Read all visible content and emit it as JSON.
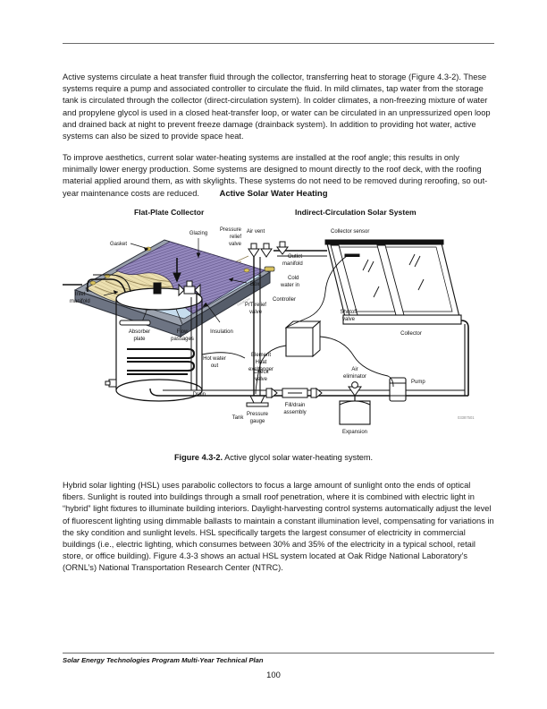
{
  "document": {
    "footer_title": "Solar Energy Technologies Program Multi-Year Technical Plan",
    "page_number": "100"
  },
  "paragraphs": {
    "p1": "Active systems circulate a heat transfer fluid through the collector, transferring heat to storage (Figure 4.3-2). These systems require a pump and associated controller to circulate the fluid. In mild climates, tap water from the storage tank is circulated through the collector (direct-circulation system). In colder climates, a non-freezing mixture of water and propylene glycol is used in a closed heat-transfer loop, or water can be circulated in an unpressurized open loop and drained back at night to prevent freeze damage (drainback system). In addition to providing hot water, active systems can also be sized to provide space heat.",
    "p2": "To improve aesthetics, current solar water-heating systems are installed at the roof angle; this results in only minimally lower energy production. Some systems are designed to mount directly to the roof deck, with the roofing material applied around them, as with skylights. These systems do not need to be removed during reroofing, so out-year maintenance costs are reduced.",
    "p3": "Hybrid solar lighting (HSL) uses parabolic collectors to focus a large amount of sunlight onto the ends of optical fibers. Sunlight is routed into buildings through a small roof penetration, where it is combined with electric light in “hybrid” light fixtures to illuminate building interiors. Daylight-harvesting control systems automatically adjust the level of fluorescent lighting using dimmable ballasts to maintain a constant illumination level, compensating for variations in the sky condition and sunlight levels. HSL specifically targets the largest consumer of electricity in commercial buildings (i.e., electric lighting, which consumes between 30% and 35% of the electricity in a typical school, retail store, or office building). Figure 4.3-3 shows an actual HSL system located at Oak Ridge National Laboratory’s (ORNL’s) National Transportation Research Center (NTRC)."
  },
  "figure": {
    "main_title": "Active Solar Water Heating",
    "sub_title_left": "Flat-Plate Collector",
    "sub_title_right": "Indirect-Circulation Solar System",
    "caption_bold": "Figure 4.3-2.",
    "caption_rest": " Active glycol solar water-heating system.",
    "source_code": "03387501",
    "collector_labels": {
      "glazing": "Glazing",
      "gasket": "Gasket",
      "box": "Box",
      "inlet_manifold_l1": "Inlet",
      "inlet_manifold_l2": "manifold",
      "absorber_plate_l1": "Absorber",
      "absorber_plate_l2": "plate",
      "flow_passages_l1": "Flow",
      "flow_passages_l2": "passages",
      "insulation": "Insulation"
    },
    "system_labels": {
      "pressure_relief_l1": "Pressure",
      "pressure_relief_l2": "relief",
      "pressure_relief_l3": "valve",
      "air_vent": "Air vent",
      "collector_sensor": "Collector sensor",
      "collector": "Collector",
      "outlet_manifold_l1": "Outlet",
      "outlet_manifold_l2": "manifold",
      "cold_water_l1": "Cold",
      "cold_water_l2": "water in",
      "pt_relief_l1": "P/T relief",
      "pt_relief_l2": "valve",
      "shutoff_l1": "Shutoff",
      "shutoff_l2": "valve",
      "controller": "Controller",
      "hot_water_l1": "Hot water",
      "hot_water_l2": "out",
      "element_l1": "Element",
      "element_l2": "Heat",
      "element_l3": "exchanger",
      "check_valve_l1": "Check",
      "check_valve_l2": "valve",
      "air_eliminator_l1": "Air",
      "air_eliminator_l2": "eliminator",
      "pump": "Pump",
      "drain": "Drain",
      "tank": "Tank",
      "fill_drain_l1": "Fill/drain",
      "fill_drain_l2": "assembly",
      "pressure_gauge_l1": "Pressure",
      "pressure_gauge_l2": "gauge",
      "expansion_tank_l1": "Expansion",
      "expansion_tank_l2": "tank"
    }
  },
  "colors": {
    "glazing": "#8d7fb8",
    "absorber": "#ece0b0",
    "insulation": "#c6dced",
    "box": "#8f96a3",
    "box_dark": "#5c6472",
    "gasket": "#d8c15c",
    "rule": "#6b6b6b",
    "text": "#1a1a1a"
  }
}
